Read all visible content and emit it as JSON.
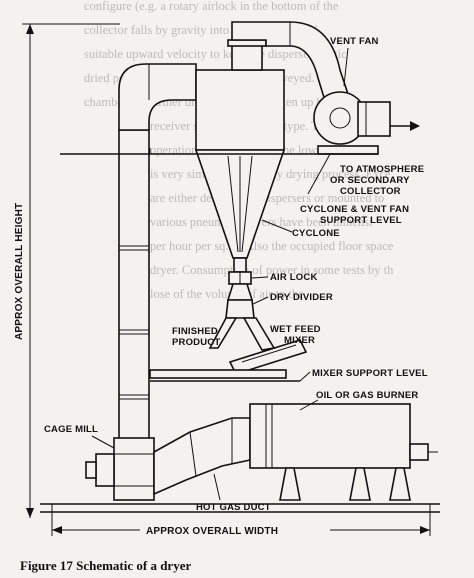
{
  "background_text": [
    "configure (e.g. a rotary airlock in the bottom of the",
    "collector falls by gravity into a fine drying and",
    "suitable upward velocity to keep the dispersed partic",
    "dried powder is then pneumatically conveyed. Ho",
    "chamber for further drying of a lot is taken up by th",
    "receiver such as a cyclone type. The cycl",
    "operation with cold air in the lower section.",
    "is very similar to the spray drying process. Exce",
    "are either designed as dispersers or mounted to",
    "various pneumatic dryers have been dimensi",
    "per hour per sq. ft. Also the occupied floor space",
    "dryer. Consumption of power in some tests by th",
    "lose of the volume of air to the."
  ],
  "labels": {
    "vent_fan": "VENT FAN",
    "to_atmosphere_1": "TO ATMOSPHERE",
    "to_atmosphere_2": "OR SECONDARY",
    "to_atmosphere_3": "COLLECTOR",
    "cyclone_support_1": "CYCLONE & VENT FAN",
    "cyclone_support_2": "SUPPORT LEVEL",
    "cyclone": "CYCLONE",
    "air_lock": "AIR LOCK",
    "dry_divider": "DRY DIVIDER",
    "finished_product_1": "FINISHED",
    "finished_product_2": "PRODUCT",
    "wet_feed_1": "WET FEED",
    "wet_feed_2": "MIXER",
    "mixer_support": "MIXER SUPPORT LEVEL",
    "burner": "OIL OR GAS BURNER",
    "cage_mill": "CAGE MILL",
    "hot_gas_duct": "HOT GAS DUCT",
    "overall_height": "APPROX OVERALL HEIGHT",
    "overall_width": "APPROX OVERALL WIDTH",
    "caption": "Figure 17 Schematic of a dryer"
  }
}
